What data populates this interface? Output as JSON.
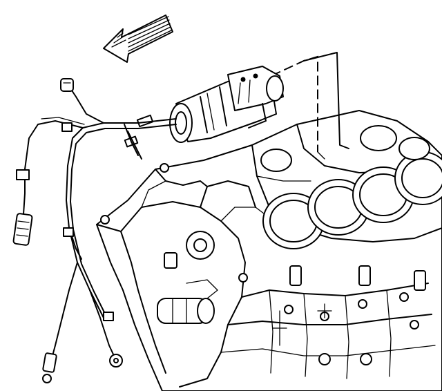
{
  "diagram": {
    "type": "exploded-line-drawing",
    "colors": {
      "line": "#000000",
      "background": "#ffffff"
    },
    "icons": {
      "direction": "arrow-left-icon"
    },
    "parts": [
      "direction-arrow",
      "starter-motor",
      "starter-solenoid",
      "wiring-harness",
      "harness-connector",
      "ring-terminal",
      "engine-block",
      "cylinder-bore"
    ],
    "cylinder_bores_visible": 4
  }
}
